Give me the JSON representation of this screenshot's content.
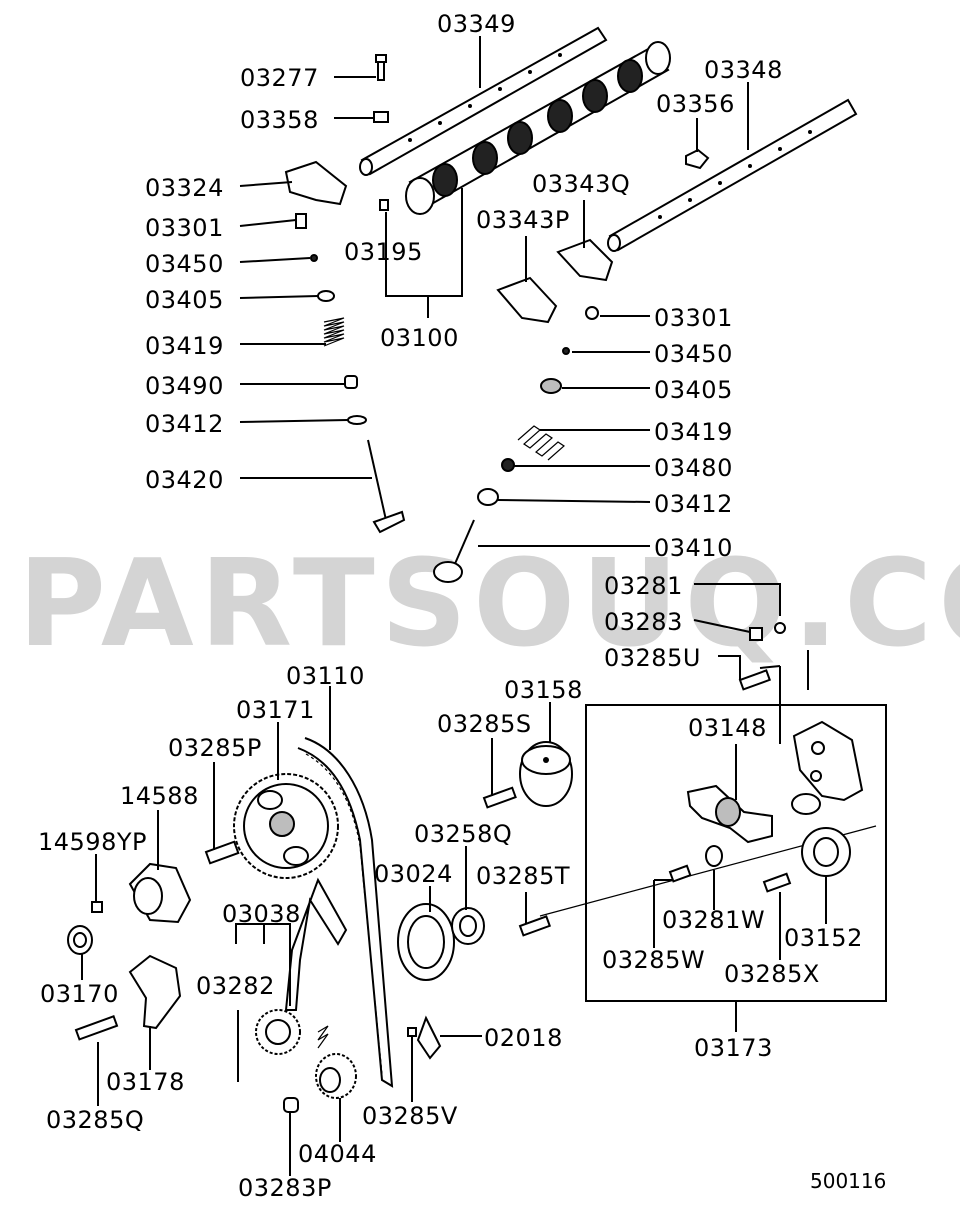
{
  "watermark": "PARTSOUQ.COM",
  "diagram_code": "500116",
  "callouts": {
    "c03349": "03349",
    "c03348": "03348",
    "c03277": "03277",
    "c03358": "03358",
    "c03356": "03356",
    "c03324": "03324",
    "c03343Q": "03343Q",
    "c03301a": "03301",
    "c03343P": "03343P",
    "c03195": "03195",
    "c03450a": "03450",
    "c03405a": "03405",
    "c03100": "03100",
    "c03301b": "03301",
    "c03419a": "03419",
    "c03450b": "03450",
    "c03490": "03490",
    "c03405b": "03405",
    "c03412a": "03412",
    "c03419b": "03419",
    "c03420": "03420",
    "c03480": "03480",
    "c03412b": "03412",
    "c03410": "03410",
    "c03281": "03281",
    "c03283": "03283",
    "c03285U": "03285U",
    "c03110": "03110",
    "c03158": "03158",
    "c03171": "03171",
    "c03285S": "03285S",
    "c03148": "03148",
    "c03285P": "03285P",
    "c14588": "14588",
    "c03258Q": "03258Q",
    "c14598YP": "14598YP",
    "c03024": "03024",
    "c03285T": "03285T",
    "c03038": "03038",
    "c03281W": "03281W",
    "c03152": "03152",
    "c03285W": "03285W",
    "c03285X": "03285X",
    "c03282": "03282",
    "c03170": "03170",
    "c02018": "02018",
    "c03173": "03173",
    "c03178": "03178",
    "c03285Q": "03285Q",
    "c03285V": "03285V",
    "c04044": "04044",
    "c03283P": "03283P"
  }
}
